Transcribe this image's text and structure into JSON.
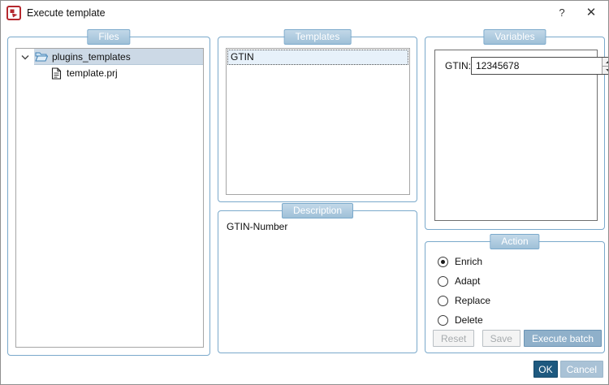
{
  "window": {
    "title": "Execute template",
    "help_label": "?",
    "close_label": "✕"
  },
  "files": {
    "group_label": "Files",
    "tree": [
      {
        "label": "plugins_templates",
        "type": "folder",
        "expanded": true,
        "selected": true
      },
      {
        "label": "template.prj",
        "type": "file",
        "selected": false
      }
    ]
  },
  "templates": {
    "group_label": "Templates",
    "items": [
      {
        "label": "GTIN",
        "selected": true
      }
    ]
  },
  "description": {
    "group_label": "Description",
    "text": "GTIN-Number"
  },
  "variables": {
    "group_label": "Variables",
    "fields": [
      {
        "label": "GTIN:",
        "value": "12345678"
      }
    ]
  },
  "action": {
    "group_label": "Action",
    "options": [
      {
        "label": "Enrich",
        "selected": true
      },
      {
        "label": "Adapt",
        "selected": false
      },
      {
        "label": "Replace",
        "selected": false
      },
      {
        "label": "Delete",
        "selected": false
      }
    ],
    "reset_label": "Reset",
    "save_label": "Save",
    "execute_label": "Execute batch"
  },
  "footer": {
    "ok_label": "OK",
    "cancel_label": "Cancel"
  },
  "colors": {
    "group_border": "#7aa9cb",
    "group_label_bg": "#a9c6db",
    "tree_selection_bg": "#ccd9e6",
    "list_selection_bg": "#e7f1fa",
    "execute_button_bg": "#8fb0ca",
    "ok_button_bg": "#1e597f",
    "cancel_button_bg": "#a9c2d6",
    "app_icon_red": "#b5282e"
  }
}
